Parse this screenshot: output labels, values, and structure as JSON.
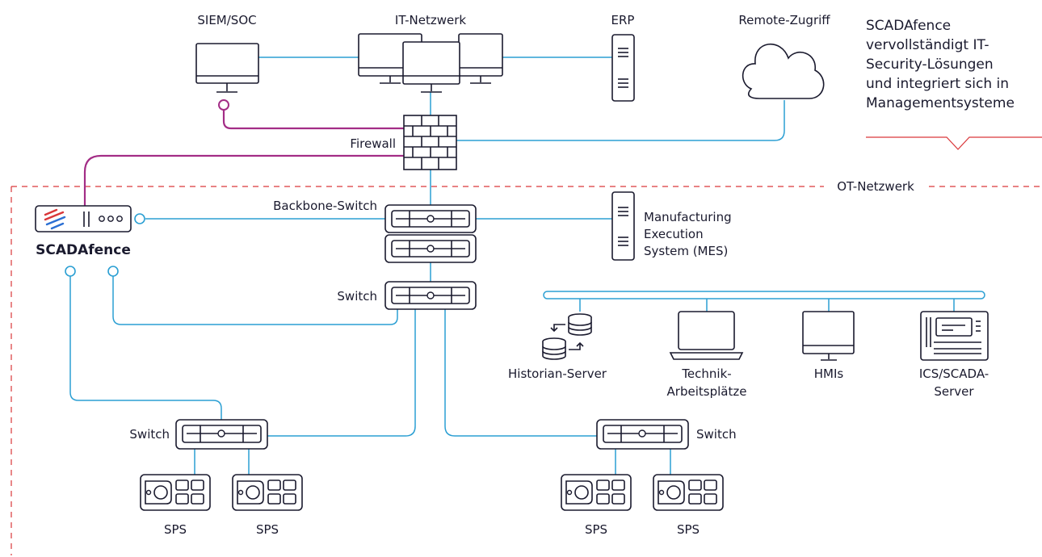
{
  "labels": {
    "siem": "SIEM/SOC",
    "it_network": "IT-Netzwerk",
    "erp": "ERP",
    "remote_access": "Remote-Zugriff",
    "firewall": "Firewall",
    "ot_network": "OT-Netzwerk",
    "backbone_switch": "Backbone-Switch",
    "mes": [
      "Manufacturing",
      "Execution",
      "System (MES)"
    ],
    "scadafence": "SCADAfence",
    "switch_middle": "Switch",
    "switch_left": "Switch",
    "switch_right": "Switch",
    "historian": "Historian-Server",
    "technik": [
      "Technik-",
      "Arbeitsplätze"
    ],
    "hmis": "HMIs",
    "ics_scada": [
      "ICS/SCADA-",
      "Server"
    ],
    "sps": [
      "SPS",
      "SPS",
      "SPS",
      "SPS"
    ]
  },
  "callout": {
    "lines": [
      "SCADAfence",
      "vervollständigt IT-",
      "Security-Lösungen",
      "und integriert sich in",
      "Managementsysteme"
    ]
  },
  "colors": {
    "network_line": "#2b9fd3",
    "scadafence_link": "#a32d86",
    "ot_boundary": "#d9373a",
    "device_outline": "#1a1a2e"
  },
  "icons": {
    "monitor": "monitor-icon",
    "server": "server-icon",
    "cloud": "cloud-icon",
    "firewall": "firewall-icon",
    "switch": "switch-icon",
    "laptop": "laptop-icon",
    "database": "database-icon",
    "plc": "plc-icon"
  }
}
